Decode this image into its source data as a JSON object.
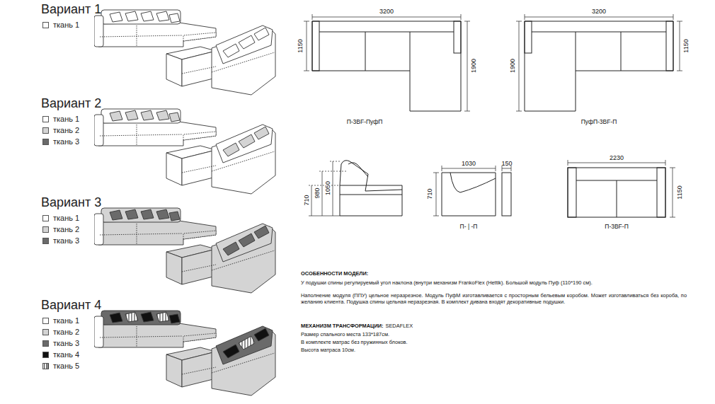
{
  "diagram": {
    "labels": [
      "Вариант 1",
      "Вариант 2",
      "Вариант 3",
      "Вариант 4",
      "3200",
      "1150",
      "1900",
      "П-3ВF-ПуфП",
      "3200",
      "1150",
      "1900",
      "ПуфП-3ВF-П",
      "710",
      "980",
      "1050",
      "1030",
      "150",
      "710",
      "П- | -П",
      "2230",
      "1150",
      "П-3ВF-П",
      "ОСОБЕННОСТИ МОДЕЛИ:",
      "У подушки спины регулируемый угол наклона (внутри механизм FrankoFlex (Hettik). Большой модуль Пуф (110*190 см).",
      "Наполнение модуля (ППУ) цельное неразрезное. Модуль ПуфМ изготавливается с просторным бельевым коробом. Может изготавливаться без короба, по желанию клиента. Подушка спины цельная неразрезная. В комплект дивана входят декоративные подушки.",
      "МЕХАНИЗМ ТРАНСФОРМАЦИИ:",
      "SEDAFLEX",
      "Размер спального места 133*187см.",
      "В комплекте матрас без пружинных блоков.",
      "Высота матраса 10см."
    ],
    "legend": [
      {
        "text": "ткань 1",
        "color": "#ffffff"
      },
      {
        "text": "ткань 1",
        "color": "#ffffff"
      },
      {
        "text": "ткань 2",
        "color": "#d4d4d4"
      },
      {
        "text": "ткань 3",
        "color": "#6a6a6a"
      },
      {
        "text": "ткань 1",
        "color": "#ffffff"
      },
      {
        "text": "ткань 2",
        "color": "#d4d4d4"
      },
      {
        "text": "ткань 3",
        "color": "#6a6a6a"
      },
      {
        "text": "ткань 1",
        "color": "#ffffff"
      },
      {
        "text": "ткань 2",
        "color": "#d4d4d4"
      },
      {
        "text": "ткань 3",
        "color": "#6a6a6a"
      },
      {
        "text": "ткань 4",
        "color": "#111111"
      },
      {
        "text": "ткань 5"
      }
    ]
  }
}
